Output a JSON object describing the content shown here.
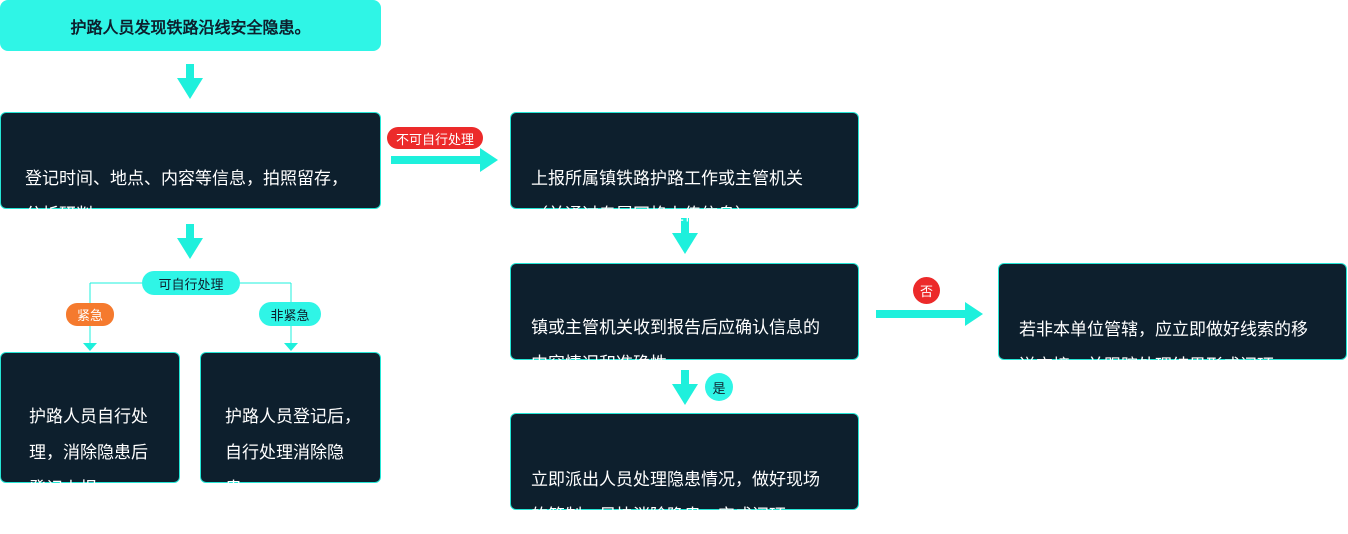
{
  "nodes": {
    "start": "护路人员发现铁路沿线安全隐患。",
    "register": "登记时间、地点、内容等信息，拍照留存，\n分析研判。",
    "report": "上报所属镇铁路护路工作或主管机关\n（并通过专属网格上传信息）。",
    "confirm": "镇或主管机关收到报告后应确认信息的\n内容情况和准确性。",
    "transfer": "若非本单位管辖，应立即做好线索的移\n送交接，并跟踪处理结果形成闭环。",
    "dispatch": "立即派出人员处理隐患情况，做好现场\n的管制，尽快消除隐患，完成闭环。",
    "urgent_action": "护路人员自行处\n理，消除隐患后\n登记上报。",
    "nonurgent_action": "护路人员登记后，\n自行处理消除隐\n患。"
  },
  "labels": {
    "cannot_self_handle": "不可自行处理",
    "can_self_handle": "可自行处理",
    "urgent": "紧急",
    "non_urgent": "非紧急",
    "no": "否",
    "yes": "是"
  },
  "colors": {
    "arrow": "#1ef0dc",
    "node_bg": "#0d1f2d",
    "start_bg": "#2ff5e6",
    "red_badge": "#ec2a2a",
    "orange_badge": "#f57a2e",
    "teal_badge": "#2ff5e6"
  }
}
